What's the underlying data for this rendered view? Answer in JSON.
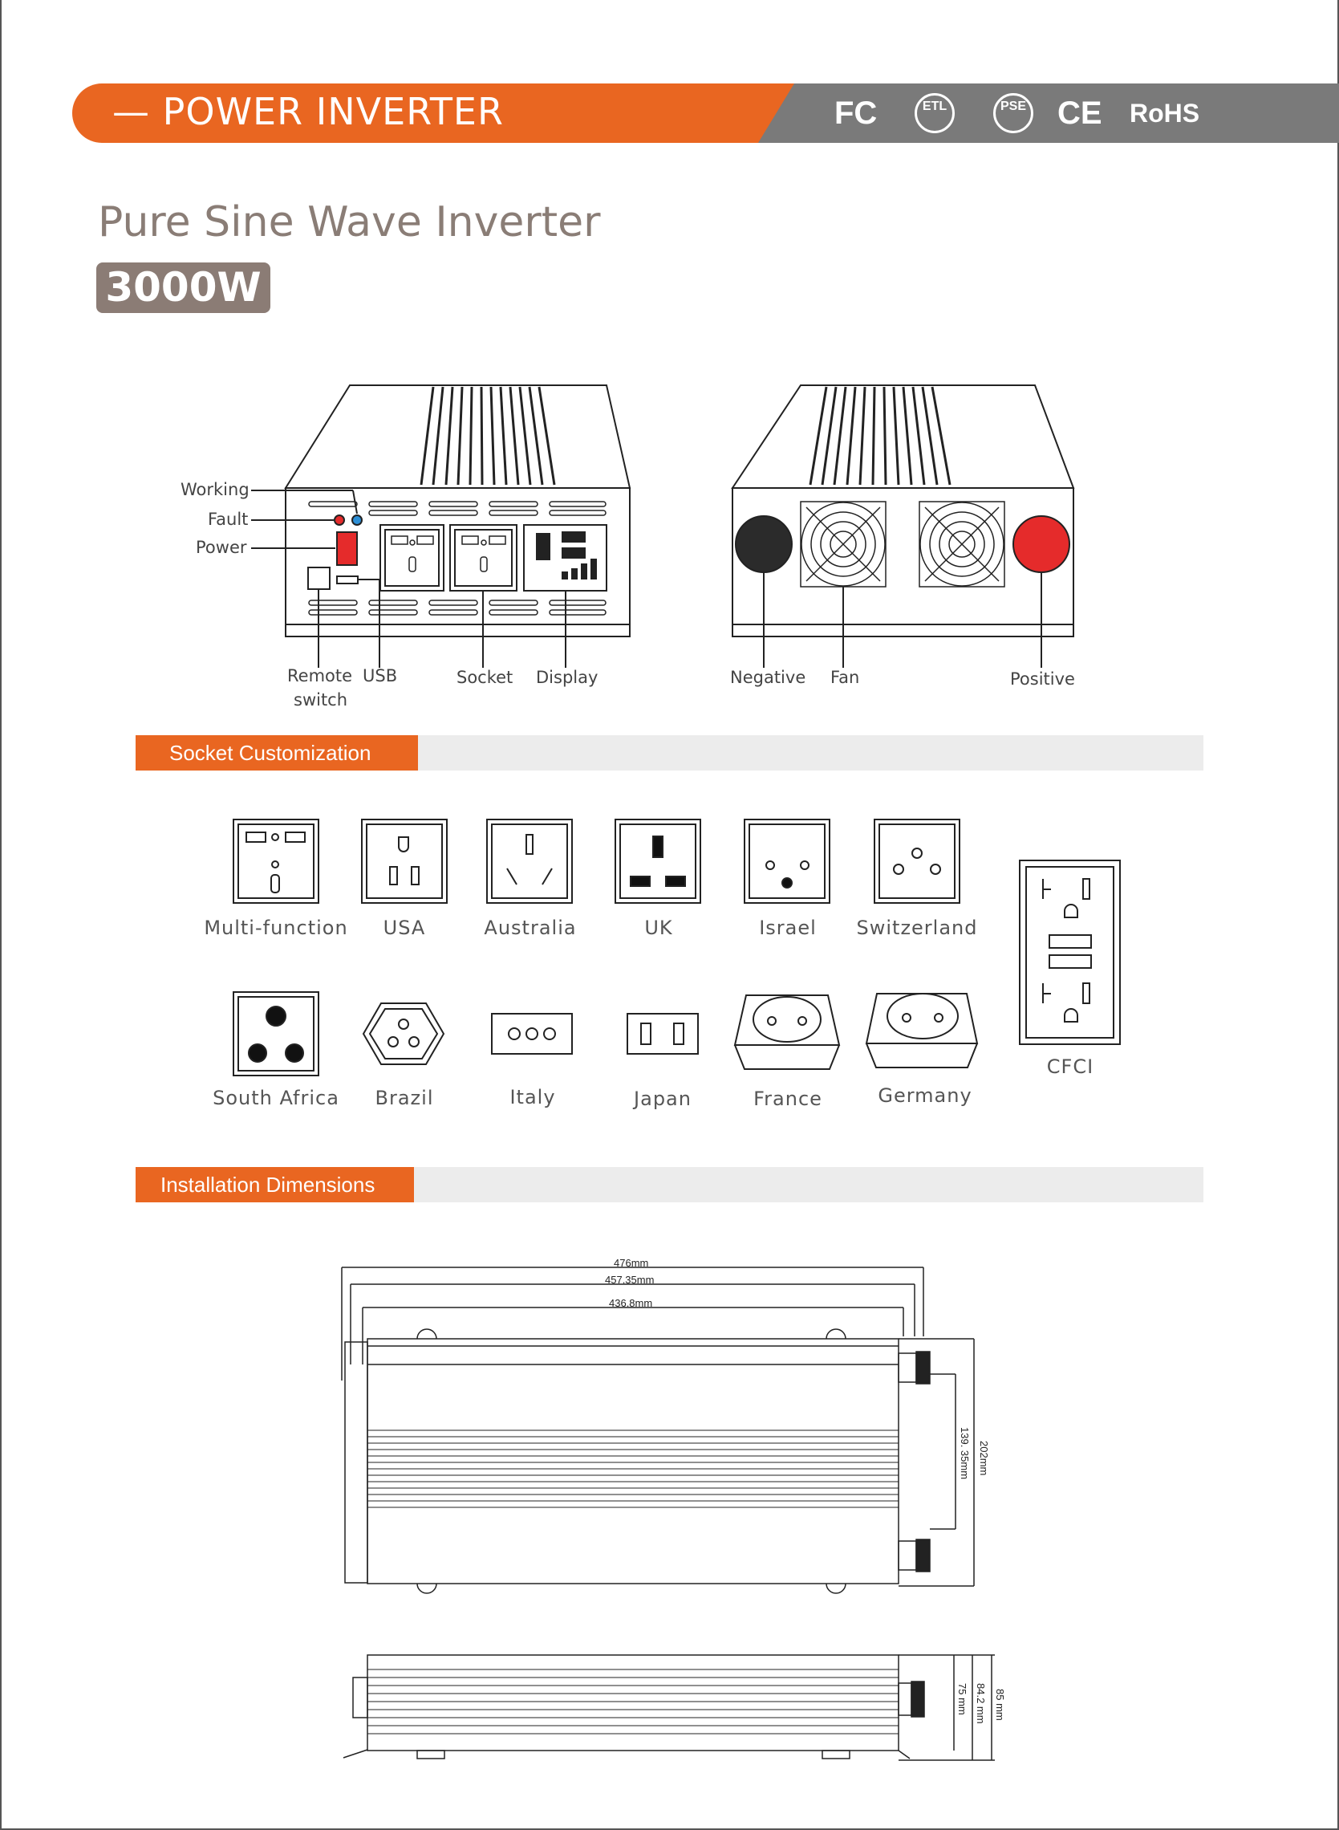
{
  "header": {
    "title": "— POWER INVERTER",
    "certifications": [
      "FC",
      "ETL",
      "PSE",
      "CE",
      "RoHS"
    ],
    "accent": "#e96621",
    "grey": "#7a7a7a"
  },
  "product": {
    "subtitle": "Pure Sine Wave Inverter",
    "power": "3000W"
  },
  "front_panel": {
    "labels": {
      "working": "Working",
      "fault": "Fault",
      "power": "Power",
      "remote": "Remote",
      "remote2": "switch",
      "usb": "USB",
      "socket": "Socket",
      "display": "Display"
    }
  },
  "back_panel": {
    "labels": {
      "negative": "Negative",
      "fan": "Fan",
      "positive": "Positive"
    }
  },
  "socket_section": {
    "title": "Socket Customization",
    "row1": [
      "Multi-function",
      "USA",
      "Australia",
      "UK",
      "Israel",
      "Switzerland"
    ],
    "row2": [
      "South Africa",
      "Brazil",
      "Italy",
      "Japan",
      "France",
      "Germany"
    ],
    "cfci": "CFCI"
  },
  "dimensions_section": {
    "title": "Installation Dimensions",
    "top": {
      "overall_length": "476mm",
      "mount_length": "457.35mm",
      "body_length": "436.8mm",
      "width": "202mm",
      "terminal_spacing": "139. 35mm"
    },
    "side": {
      "body_height": "75 mm",
      "mid_height": "84.2 mm",
      "overall_height": "85 mm"
    }
  }
}
